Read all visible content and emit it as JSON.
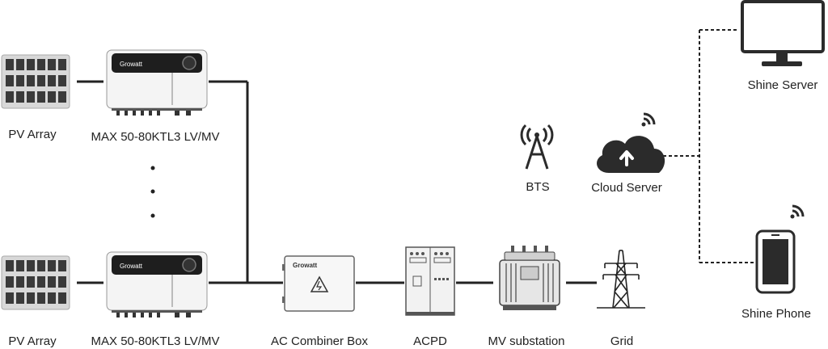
{
  "labels": {
    "pv_array_top": "PV Array",
    "inverter_top": "MAX 50-80KTL3 LV/MV",
    "pv_array_bottom": "PV Array",
    "inverter_bottom": "MAX 50-80KTL3 LV/MV",
    "ac_combiner": "AC Combiner Box",
    "acpd": "ACPD",
    "mv_substation": "MV substation",
    "grid": "Grid",
    "bts": "BTS",
    "cloud_server": "Cloud Server",
    "shine_server": "Shine Server",
    "shine_phone": "Shine Phone"
  },
  "brand": {
    "inverter_logo": "Growatt",
    "combiner_logo": "Growatt"
  },
  "colors": {
    "line": "#222222",
    "device_dark": "#1e1e1e",
    "panel_cell": "#3a3a3a",
    "device_body": "#f4f4f4",
    "icon_dark": "#2b2b2b"
  },
  "icons": [
    "solar-panel-icon",
    "inverter-icon",
    "combiner-box-icon",
    "acpd-cabinet-icon",
    "transformer-icon",
    "transmission-tower-icon",
    "antenna-tower-icon",
    "cloud-upload-icon",
    "wifi-signal-icon",
    "monitor-icon",
    "smartphone-icon"
  ]
}
